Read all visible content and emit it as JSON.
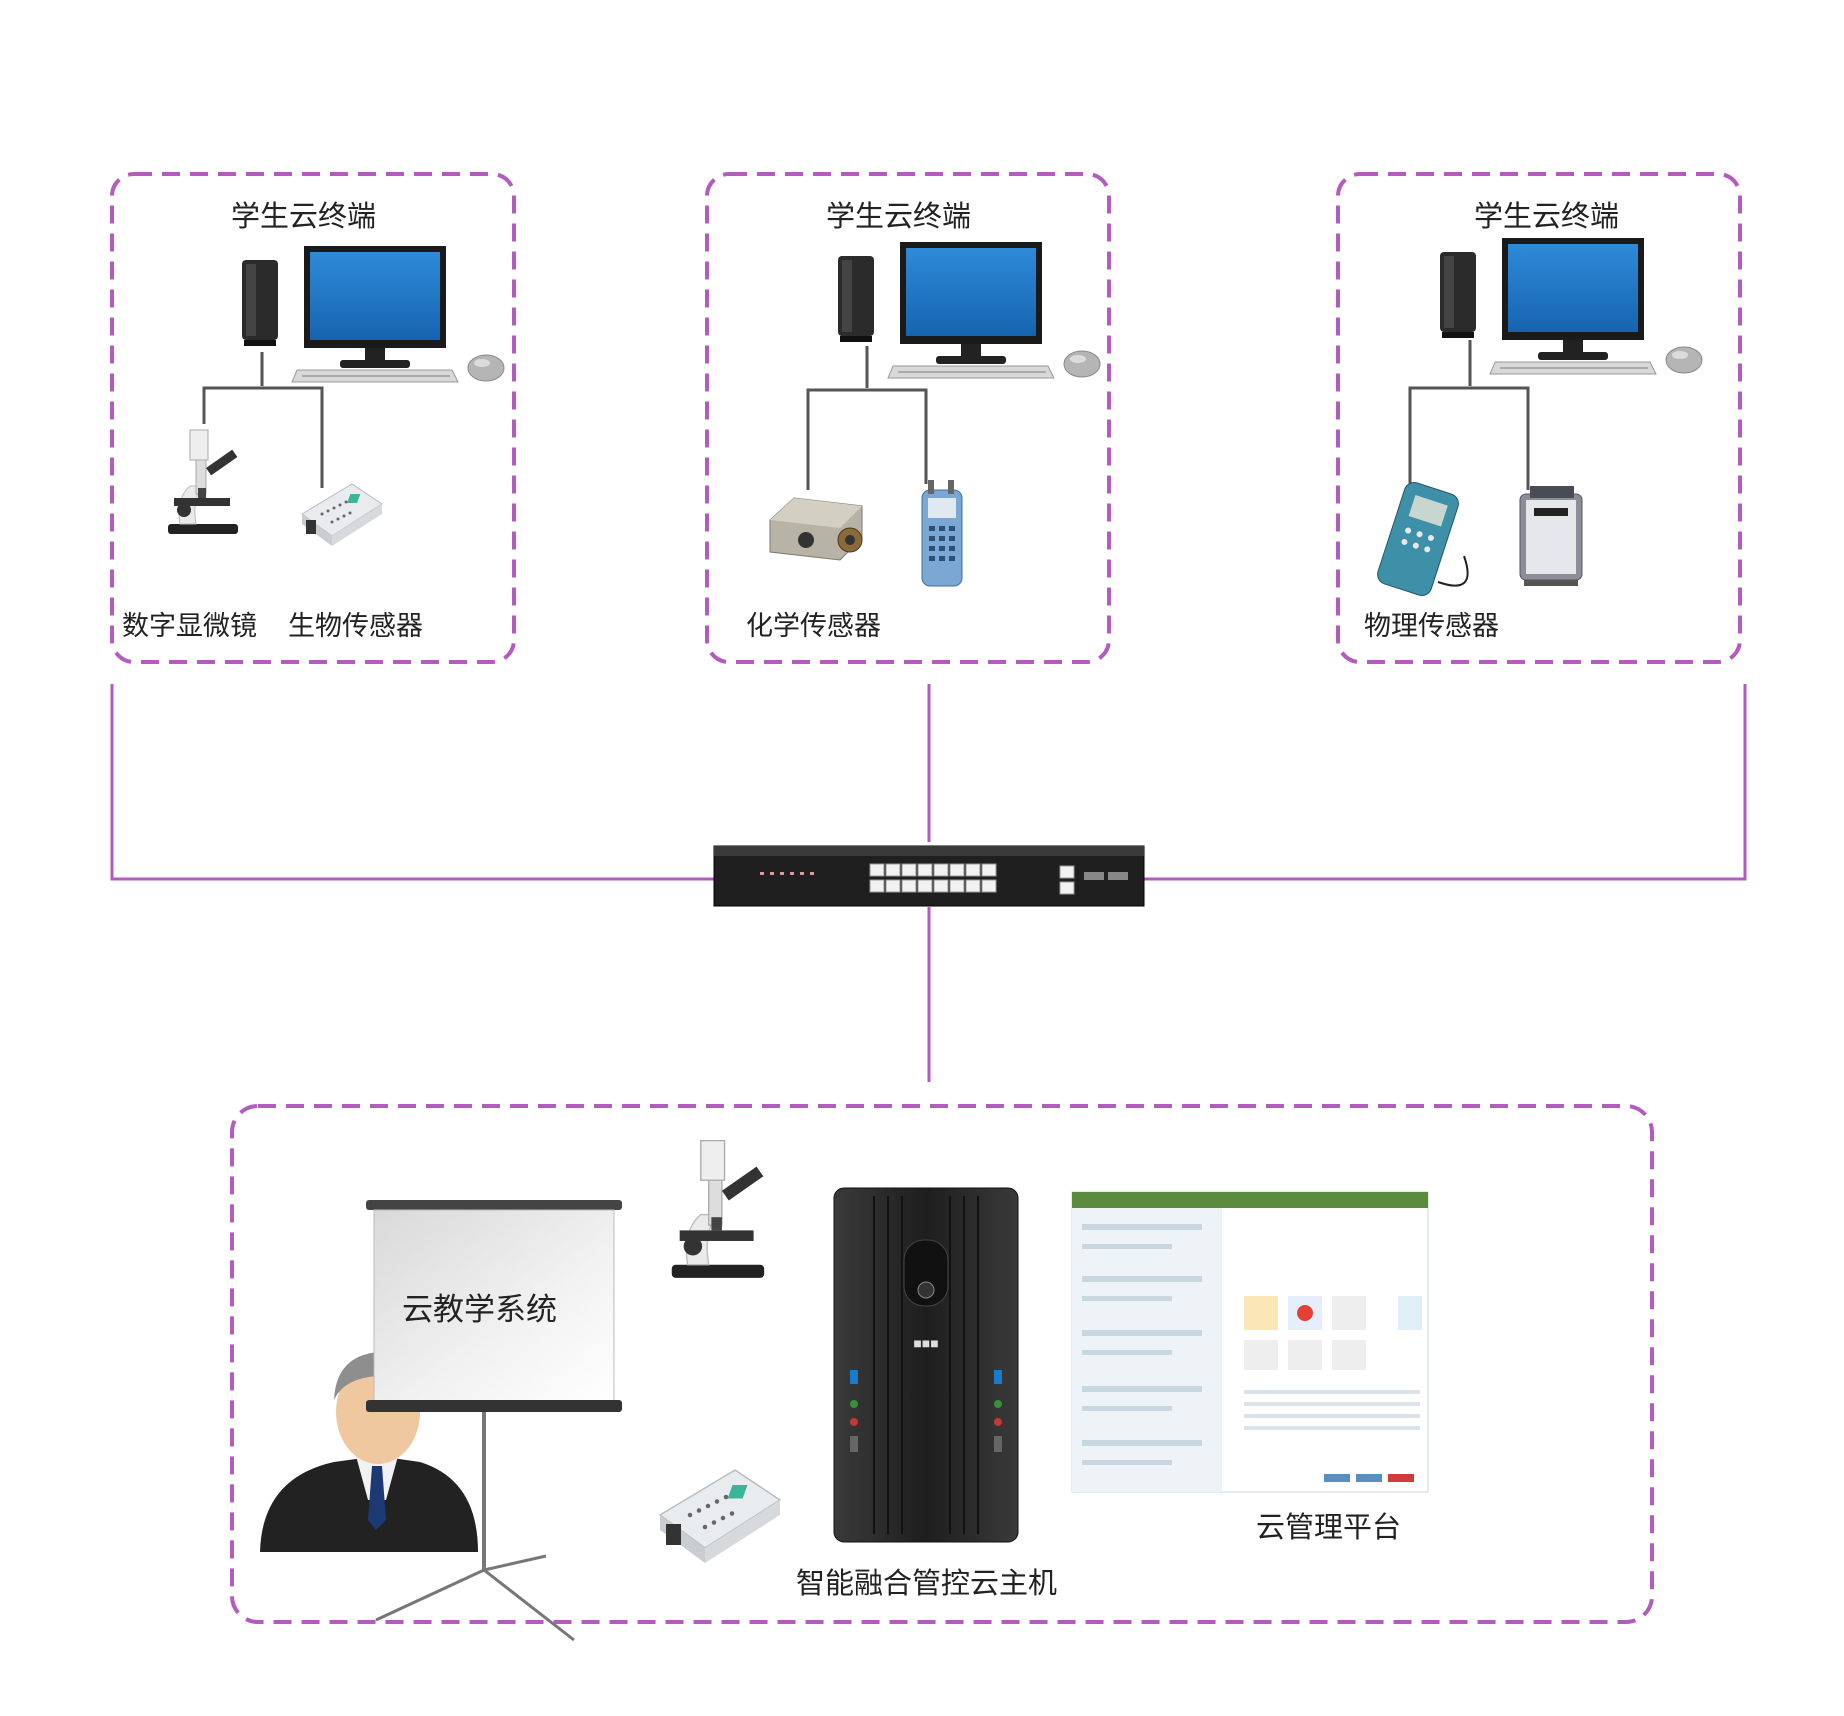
{
  "colors": {
    "frame": "#b35bbe",
    "monitor_screen": "#1f78c8",
    "device_dark": "#2b2b2b"
  },
  "terminals": [
    {
      "title": "学生云终端",
      "devices": [
        "数字显微镜",
        "生物传感器"
      ]
    },
    {
      "title": "学生云终端",
      "devices": [
        "化学传感器"
      ]
    },
    {
      "title": "学生云终端",
      "devices": [
        "物理传感器"
      ]
    }
  ],
  "server_room": {
    "screen_label": "云教学系统",
    "host_label": "智能融合管控云主机",
    "platform_label": "云管理平台"
  },
  "icons": [
    "switch-icon",
    "monitor-icon",
    "thin-client-icon",
    "mouse-icon",
    "keyboard-icon",
    "microscope-icon",
    "sensor-icon",
    "teacher-icon",
    "projector-screen-icon",
    "server-icon",
    "dashboard-icon"
  ]
}
